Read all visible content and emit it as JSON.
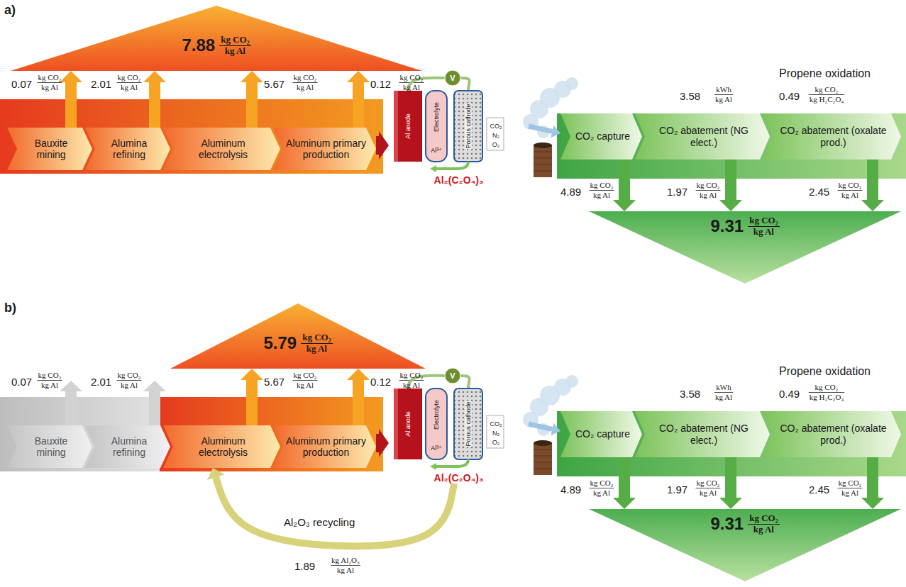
{
  "diagram": {
    "nodes": [
      {
        "text": [
          "7.88",
          "kg CO₂",
          "kg Al"
        ]
      },
      {
        "text": [
          "Bauxite mining"
        ]
      },
      {
        "text": [
          "Alumina refining"
        ]
      },
      {
        "text": [
          "Aluminum electrolysis"
        ]
      },
      {
        "text": [
          "Aluminum primary production"
        ]
      },
      {
        "text": [
          "Al₂(C₂O₄)₃"
        ]
      },
      {
        "text": [
          "CO₂ capture"
        ]
      },
      {
        "text": [
          "CO₂ abatement (NG elect.)"
        ]
      },
      {
        "text": [
          "CO₂ abatement (oxalate prod.)"
        ]
      },
      {
        "text": [
          "9.31",
          "kg CO₂",
          "kg Al"
        ]
      },
      {
        "text": [
          "5.79",
          "kg CO₂",
          "kg Al"
        ]
      },
      {
        "text": [
          "Bauxite mining"
        ]
      },
      {
        "text": [
          "Alumina refining"
        ]
      },
      {
        "text": [
          "Aluminum electrolysis"
        ]
      },
      {
        "text": [
          "Aluminum primary production"
        ]
      },
      {
        "text": [
          "Al₂(C₂O₄)₃"
        ]
      },
      {
        "text": [
          "CO₂ capture"
        ]
      },
      {
        "text": [
          "CO₂ abatement (NG elect.)"
        ]
      },
      {
        "text": [
          "CO₂ abatement (oxalate prod.)"
        ]
      },
      {
        "text": [
          "9.31",
          "kg CO₂",
          "kg Al"
        ]
      }
    ],
    "edges": [
      {
        "from": 1,
        "to": 0,
        "arrow": "to",
        "label": "0.07"
      },
      {
        "from": 2,
        "to": 0,
        "arrow": "to",
        "label": "2.01"
      },
      {
        "from": 3,
        "to": 0,
        "arrow": "to",
        "label": "5.67"
      },
      {
        "from": 4,
        "to": 0,
        "arrow": "to",
        "label": "0.12"
      },
      {
        "from": 4,
        "to": 5,
        "arrow": "to"
      },
      {
        "from": 5,
        "to": 6,
        "arrow": "to"
      },
      {
        "from": 6,
        "to": 9,
        "arrow": "to",
        "label": "4.89"
      },
      {
        "from": 7,
        "to": 9,
        "arrow": "to",
        "label": "1.97"
      },
      {
        "from": 8,
        "to": 9,
        "arrow": "to",
        "label": "2.45"
      },
      {
        "from": 13,
        "to": 10,
        "arrow": "to",
        "label": "5.67"
      },
      {
        "from": 14,
        "to": 10,
        "arrow": "to",
        "label": "0.12"
      },
      {
        "from": 14,
        "to": 15,
        "arrow": "to"
      },
      {
        "from": 15,
        "to": 16,
        "arrow": "to"
      },
      {
        "from": 16,
        "to": 19,
        "arrow": "to",
        "label": "4.89"
      },
      {
        "from": 17,
        "to": 19,
        "arrow": "to",
        "label": "1.97"
      },
      {
        "from": 18,
        "to": 19,
        "arrow": "to",
        "label": "2.45"
      },
      {
        "from": 15,
        "to": 13,
        "arrow": "to",
        "label": "Al₂O₃ recycling"
      }
    ],
    "labels": [
      "a)",
      "kg CO₂",
      "kg Al",
      "kg CO₂",
      "kg Al",
      "kg CO₂",
      "kg Al",
      "kg CO₂",
      "kg Al",
      "V",
      "Al anode",
      "Electrolyte",
      "Al³⁺",
      "Porous cathode",
      "CO₂",
      "N₂",
      "O₂",
      "3.58",
      "kWh",
      "kg Al",
      "Propene oxidation",
      "0.49",
      "kg CO₂",
      "kg H₂C₂O₄",
      "kg CO₂",
      "kg Al",
      "kg CO₂",
      "kg Al",
      "kg CO₂",
      "kg Al",
      "b)",
      "0.07",
      "kg CO₂",
      "kg Al",
      "2.01",
      "kg CO₂",
      "kg Al",
      "kg CO₂",
      "kg Al",
      "kg CO₂",
      "kg Al",
      "V",
      "Al anode",
      "Electrolyte",
      "Al³⁺",
      "Porous cathode",
      "CO₂",
      "N₂",
      "O₂",
      "3.58",
      "kWh",
      "kg Al",
      "Propene oxidation",
      "0.49",
      "kg CO₂",
      "kg H₂C₂O₄",
      "kg CO₂",
      "kg Al",
      "kg CO₂",
      "kg Al",
      "kg CO₂",
      "kg Al",
      "1.89",
      "kg Al₂O₃",
      "kg Al"
    ]
  }
}
